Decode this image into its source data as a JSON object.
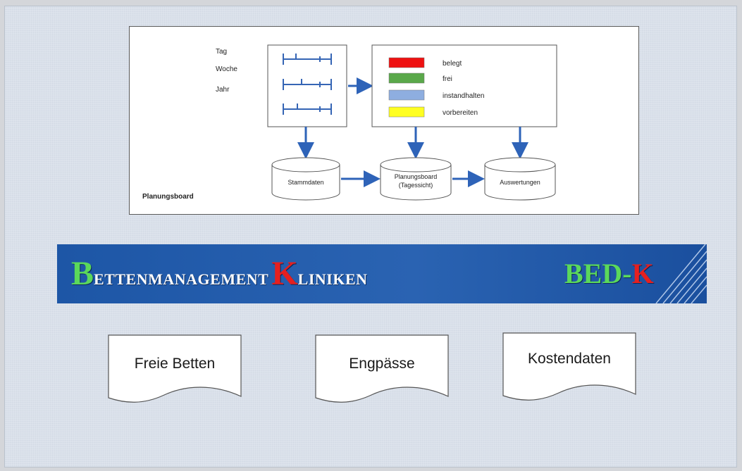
{
  "diagram": {
    "time_scales": [
      "Tag",
      "Woche",
      "Jahr"
    ],
    "legend": [
      {
        "label": "belegt",
        "color": "#ee1111"
      },
      {
        "label": "frei",
        "color": "#5aa84a"
      },
      {
        "label": "instandhalten",
        "color": "#8eaee0"
      },
      {
        "label": "vorbereiten",
        "color": "#ffff22"
      }
    ],
    "databases": {
      "stammdaten": "Stammdaten",
      "planungsboard_line1": "Planungsboard",
      "planungsboard_line2": "(Tagessicht)",
      "auswertungen": "Auswertungen"
    },
    "panel_title": "Planungsboard"
  },
  "banner": {
    "title_initial_1": "B",
    "title_rest_1": "ETTENMANAGEMENT",
    "title_initial_2": "K",
    "title_rest_2": "LINIKEN",
    "logo_part1": "BED-",
    "logo_part2": "K",
    "colors": {
      "background": "#1d56a6",
      "accent_green": "#5bd85b",
      "accent_red": "#e52020"
    }
  },
  "documents": [
    "Freie Betten",
    "Engpässe",
    "Kostendaten"
  ]
}
